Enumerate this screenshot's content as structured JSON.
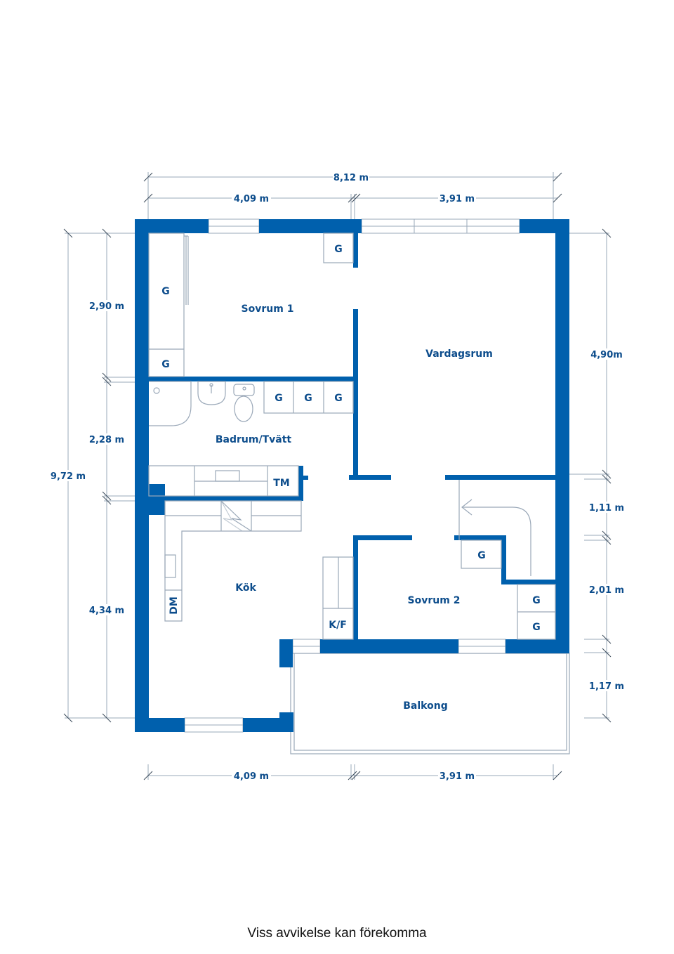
{
  "floorplan": {
    "caption": "Viss avvikelse kan förekomma",
    "colors": {
      "wall": "#0060ad",
      "label": "#0d4d8c",
      "line": "#9aa8b8"
    },
    "rooms": {
      "sovrum1": "Sovrum 1",
      "vardagsrum": "Vardagsrum",
      "badrum": "Badrum/Tvätt",
      "kok": "Kök",
      "sovrum2": "Sovrum 2",
      "balkong": "Balkong"
    },
    "fixtures": {
      "garderob": "G",
      "torkskap": "TM",
      "diskmaskin": "DM",
      "kyl_frys": "K/F"
    },
    "dimensions": {
      "top_total": "8,12 m",
      "top_left": "4,09 m",
      "top_right": "3,91 m",
      "bottom_left": "4,09 m",
      "bottom_right": "3,91 m",
      "left_total": "9,72 m",
      "left_1": "2,90 m",
      "left_2": "2,28 m",
      "left_3": "4,34 m",
      "right_1": "4,90m",
      "right_2": "1,11 m",
      "right_3": "2,01 m",
      "right_4": "1,17 m"
    }
  }
}
